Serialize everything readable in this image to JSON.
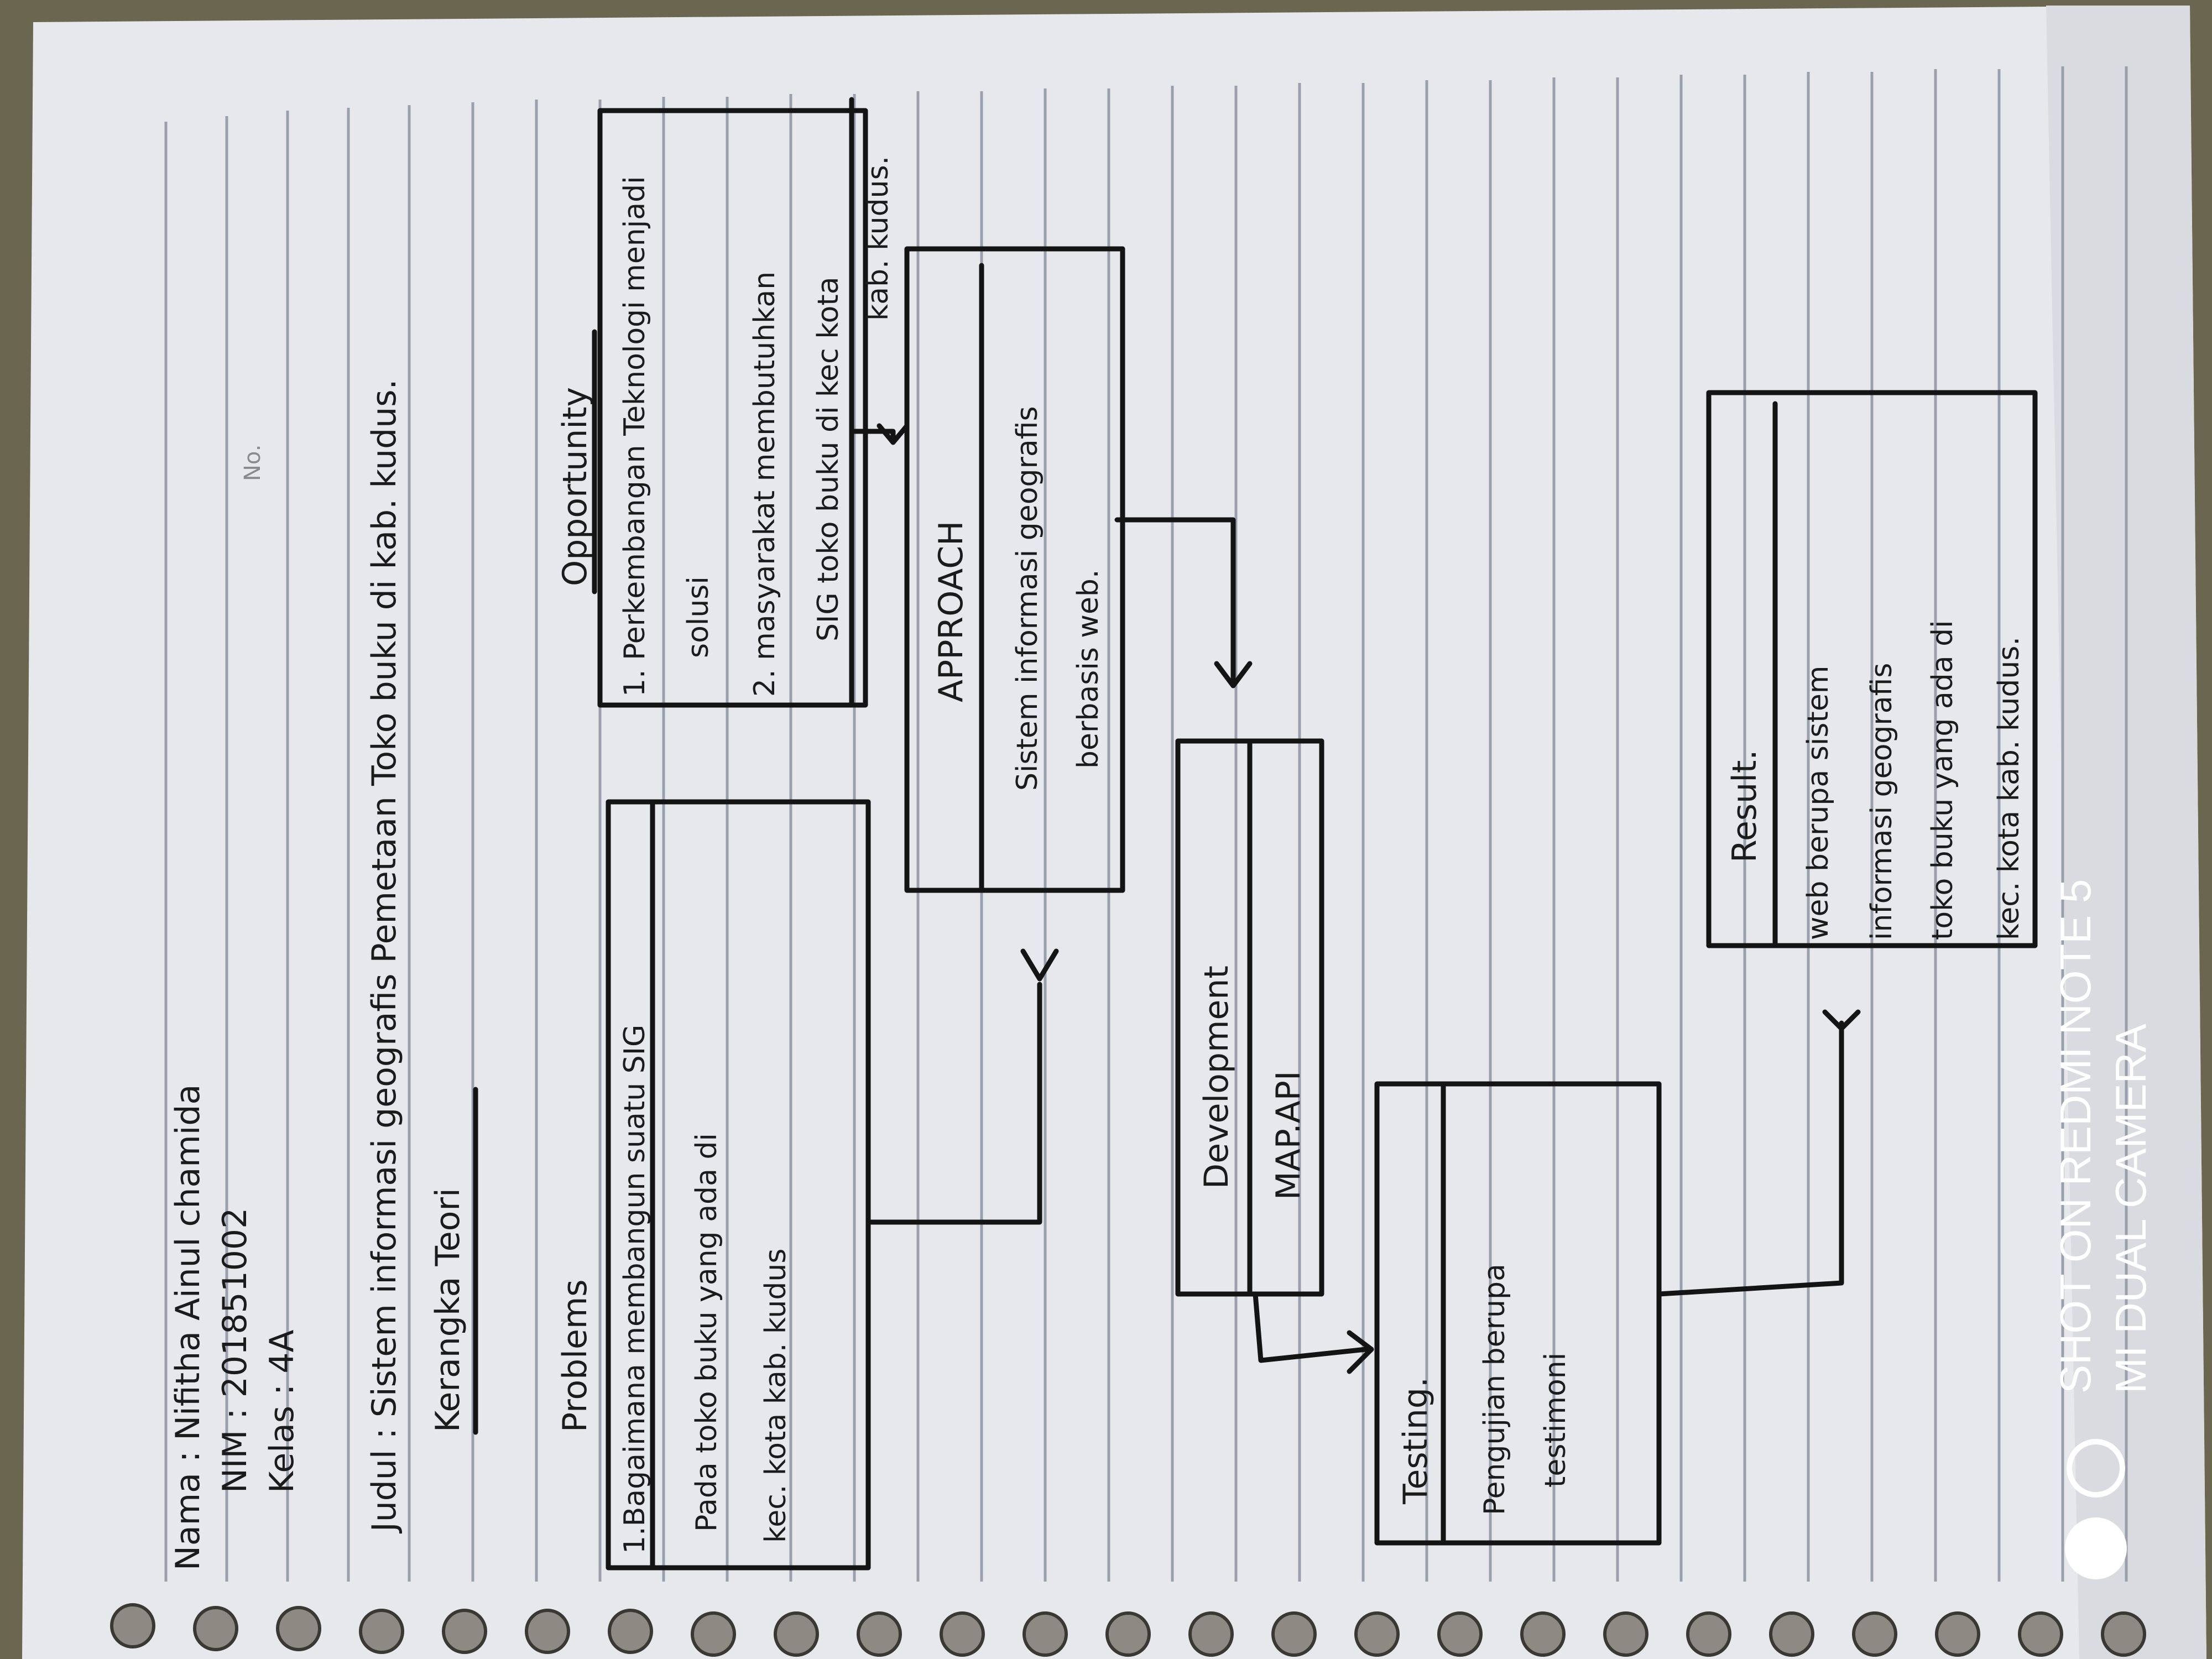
{
  "header": {
    "nama": "Nama : Nifitha Ainul chamida",
    "nim": "NIM : 201851002",
    "kelas": "Kelas : 4A",
    "no_label": "No.",
    "judul": "Judul : Sistem informasi geografis Pemetaan Toko buku di kab. kudus.",
    "kerangka": "Kerangka Teori"
  },
  "problems": {
    "title": "Problems",
    "lines": [
      "1.Bagaimana membangun suatu SIG",
      "Pada toko buku yang ada di",
      "kec. kota kab. kudus"
    ]
  },
  "opportunity": {
    "title": "Opportunity",
    "lines": [
      "1. Perkembangan Teknologi menjadi",
      "solusi",
      "2. masyarakat membutuhkan",
      "SIG toko buku di kec kota",
      "kab. kudus."
    ]
  },
  "approach": {
    "title": "APPROACH",
    "lines": [
      "Sistem informasi geografis",
      "berbasis web."
    ]
  },
  "development": {
    "title": "Development",
    "lines": [
      "MAP.API"
    ]
  },
  "testing": {
    "title": "Testing.",
    "lines": [
      "Pengujian berupa",
      "testimoni"
    ]
  },
  "result": {
    "title": "Result.",
    "lines": [
      "web berupa sistem",
      "informasi geografis",
      "toko buku yang ada di",
      "kec. kota kab. kudus."
    ]
  },
  "watermark": {
    "line1": "SHOT ON REDMI NOTE 5",
    "line2": "MI DUAL CAMERA"
  },
  "colors": {
    "paper": "#e9ebee",
    "ink": "#141414",
    "rule": "#9aa0ab",
    "spiral": "#8d8a83"
  }
}
